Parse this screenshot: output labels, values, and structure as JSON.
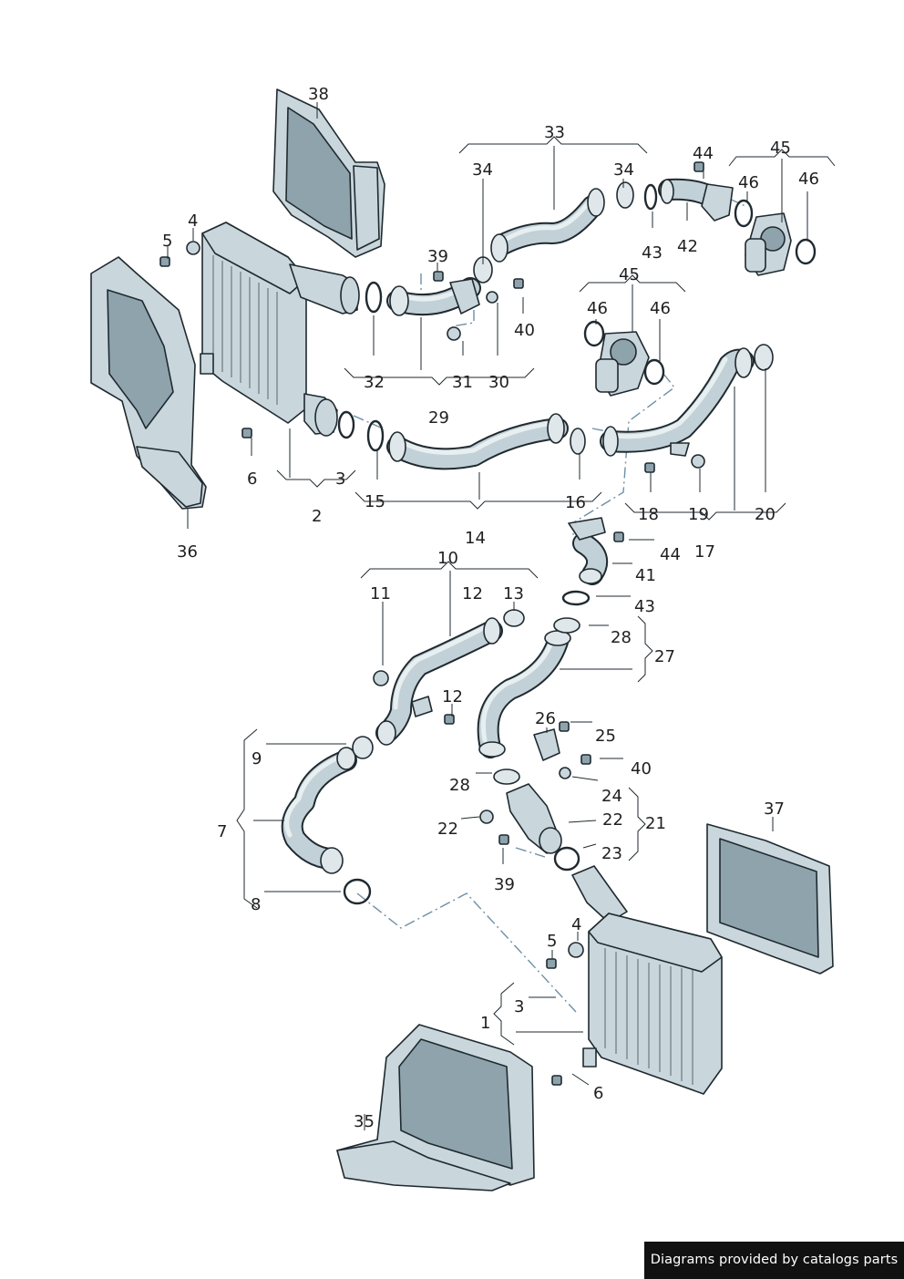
{
  "part_labels": [
    "38",
    "33",
    "34",
    "34",
    "44",
    "45",
    "46",
    "46",
    "4",
    "5",
    "39",
    "42",
    "43",
    "40",
    "32",
    "31",
    "30",
    "29",
    "45",
    "46",
    "46",
    "6",
    "3",
    "2",
    "15",
    "16",
    "14",
    "18",
    "19",
    "20",
    "17",
    "36",
    "44",
    "41",
    "10",
    "11",
    "12",
    "13",
    "43",
    "28",
    "27",
    "12",
    "26",
    "25",
    "9",
    "40",
    "24",
    "28",
    "7",
    "22",
    "22",
    "21",
    "23",
    "8",
    "39",
    "37",
    "4",
    "5",
    "3",
    "1",
    "6",
    "35"
  ],
  "credit": "Diagrams provided by catalogs parts"
}
